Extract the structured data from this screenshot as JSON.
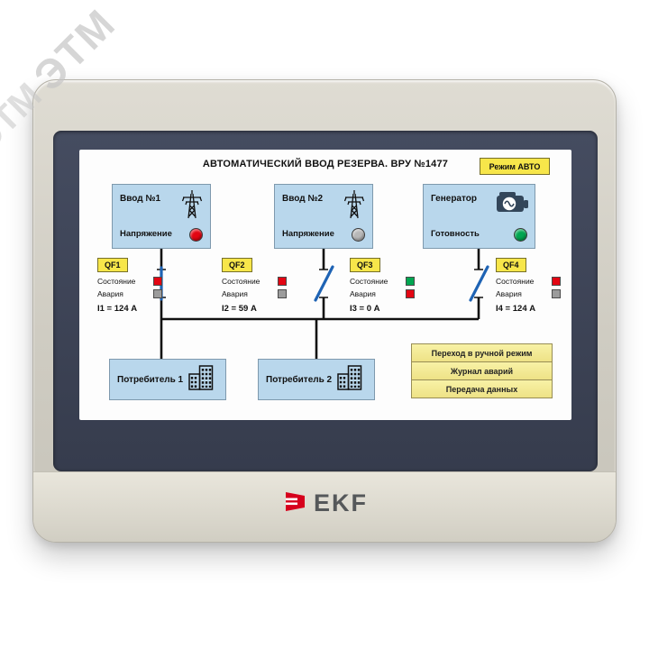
{
  "watermark": {
    "text": "ЭТМ"
  },
  "brand": {
    "name": "EKF"
  },
  "screen": {
    "title": "АВТОМАТИЧЕСКИЙ ВВОД РЕЗЕРВА. ВРУ №1477",
    "mode_button": {
      "label": "Режим АВТО"
    },
    "sources": [
      {
        "name": "Ввод №1",
        "status_label": "Напряжение",
        "status_color": "#e30613",
        "icon": "power-tower"
      },
      {
        "name": "Ввод №2",
        "status_label": "Напряжение",
        "status_color": "#b8b8b8",
        "icon": "power-tower"
      },
      {
        "name": "Генератор",
        "status_label": "Готовность",
        "status_color": "#00a651",
        "icon": "generator"
      }
    ],
    "breakers": [
      {
        "tag": "QF1",
        "state_label": "Состояние",
        "state_color": "#e30613",
        "alarm_label": "Авария",
        "alarm_color": "#9c9c9c",
        "current": "I1 = 124 А",
        "position": "closed"
      },
      {
        "tag": "QF2",
        "state_label": "Состояние",
        "state_color": "#e30613",
        "alarm_label": "Авария",
        "alarm_color": "#9c9c9c",
        "current": "I2 = 59 А",
        "position": "open"
      },
      {
        "tag": "QF3",
        "state_label": "Состояние",
        "state_color": "#00a651",
        "alarm_label": "Авария",
        "alarm_color": "#e30613",
        "current": "I3 = 0 А",
        "position": "open"
      },
      {
        "tag": "QF4",
        "state_label": "Состояние",
        "state_color": "#e30613",
        "alarm_label": "Авария",
        "alarm_color": "#9c9c9c",
        "current": "I4 = 124 А",
        "position": "open"
      }
    ],
    "consumers": [
      {
        "name": "Потребитель 1"
      },
      {
        "name": "Потребитель 2"
      }
    ],
    "menu": [
      {
        "label": "Переход в ручной режим"
      },
      {
        "label": "Журнал аварий"
      },
      {
        "label": "Передача данных"
      }
    ],
    "colors": {
      "accent_yellow": "#f7e64a",
      "box_blue": "#b9d7ec",
      "line_black": "#111111",
      "breaker_blue": "#1e63b4"
    }
  }
}
